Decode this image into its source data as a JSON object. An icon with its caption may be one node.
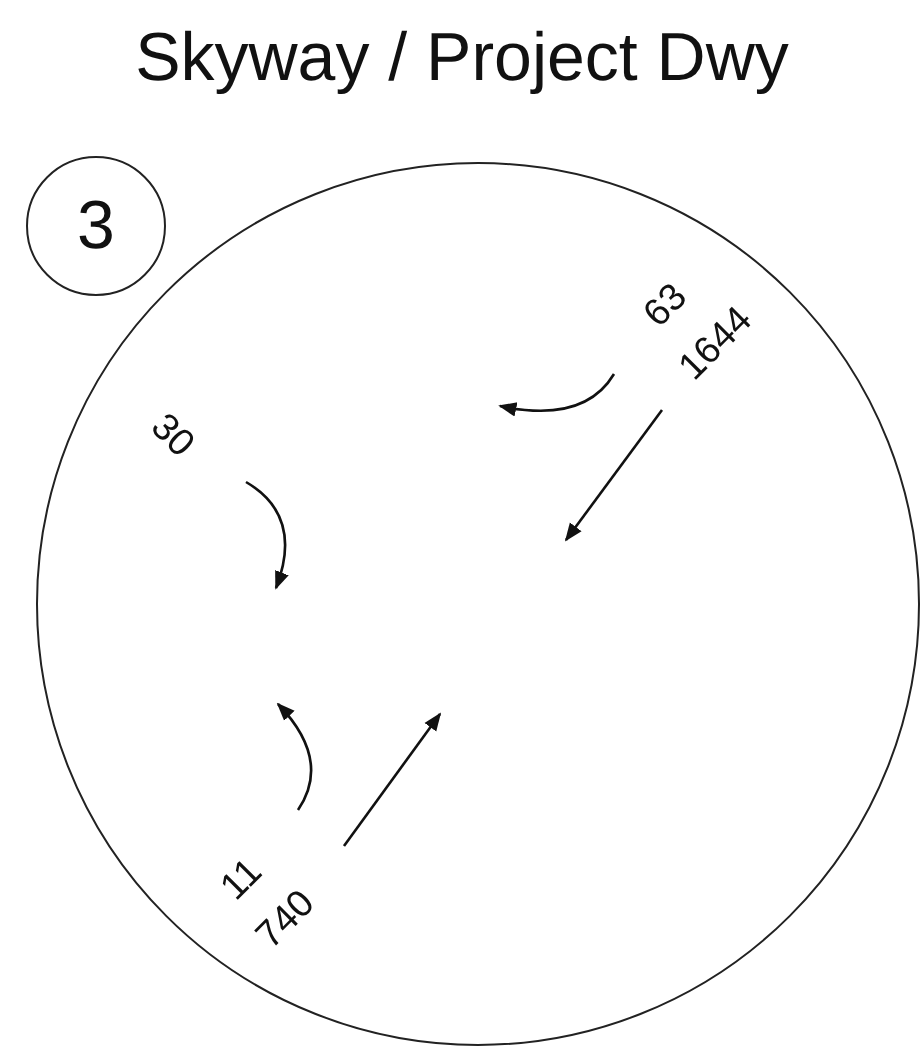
{
  "diagram": {
    "title": "Skyway / Project Dwy",
    "nodes": [
      {
        "text": [
          "3"
        ]
      },
      {
        "text": [],
        "shape": "circle"
      }
    ],
    "labels": [
      "63",
      "1644",
      "30",
      "11",
      "740"
    ]
  }
}
